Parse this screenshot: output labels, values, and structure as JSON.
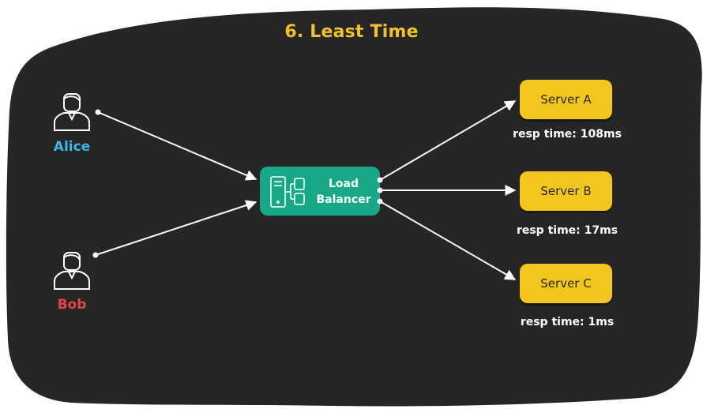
{
  "title": "6. Least Time",
  "clients": [
    {
      "name": "Alice",
      "color": "#3fb6e8",
      "icon": "user-icon"
    },
    {
      "name": "Bob",
      "color": "#e04545",
      "icon": "user-icon"
    }
  ],
  "load_balancer": {
    "line1": "Load",
    "line2": "Balancer",
    "color": "#18a888",
    "icon": "server-network-icon"
  },
  "servers": [
    {
      "name": "Server A",
      "resp": "resp time: 108ms"
    },
    {
      "name": "Server B",
      "resp": "resp time: 17ms"
    },
    {
      "name": "Server C",
      "resp": "resp time: 1ms"
    }
  ],
  "colors": {
    "background": "#262626",
    "server_fill": "#f2c61f",
    "title": "#f2c22e",
    "arrow": "#ffffff"
  }
}
